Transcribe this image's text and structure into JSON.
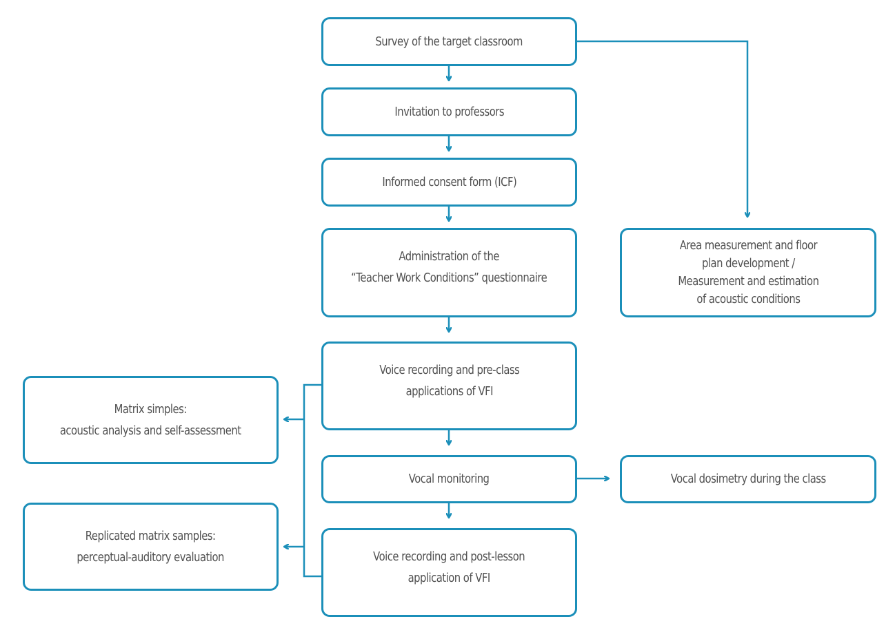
{
  "diagram": {
    "type": "flowchart",
    "stroke_color": "#1b8fb9",
    "text_color": "#505050",
    "nodes": {
      "survey": "Survey of the target classroom",
      "invitation": "Invitation to professors",
      "consent": "Informed consent form (ICF)",
      "questionnaire": "Administration of the\n“Teacher Work Conditions” questionnaire",
      "pre_class": "Voice recording and pre-class\napplications of VFI",
      "monitoring": "Vocal monitoring",
      "post_lesson": "Voice recording and post-lesson\napplication of VFI",
      "area": "Area measurement and floor\nplan development /\nMeasurement and estimation\nof acoustic conditions",
      "dosimetry": "Vocal dosimetry during the class",
      "matrix": "Matrix simples:\nacoustic analysis and self-assessment",
      "replicated": "Replicated matrix samples:\nperceptual-auditory evaluation"
    },
    "edges": [
      {
        "from": "survey",
        "to": "invitation"
      },
      {
        "from": "invitation",
        "to": "consent"
      },
      {
        "from": "consent",
        "to": "questionnaire"
      },
      {
        "from": "questionnaire",
        "to": "pre_class"
      },
      {
        "from": "pre_class",
        "to": "monitoring"
      },
      {
        "from": "monitoring",
        "to": "post_lesson"
      },
      {
        "from": "survey",
        "to": "area"
      },
      {
        "from": "monitoring",
        "to": "dosimetry"
      },
      {
        "from": "pre_class",
        "to": "matrix"
      },
      {
        "from": "post_lesson",
        "to": "matrix"
      },
      {
        "from": "pre_class",
        "to": "replicated"
      },
      {
        "from": "post_lesson",
        "to": "replicated"
      }
    ]
  }
}
